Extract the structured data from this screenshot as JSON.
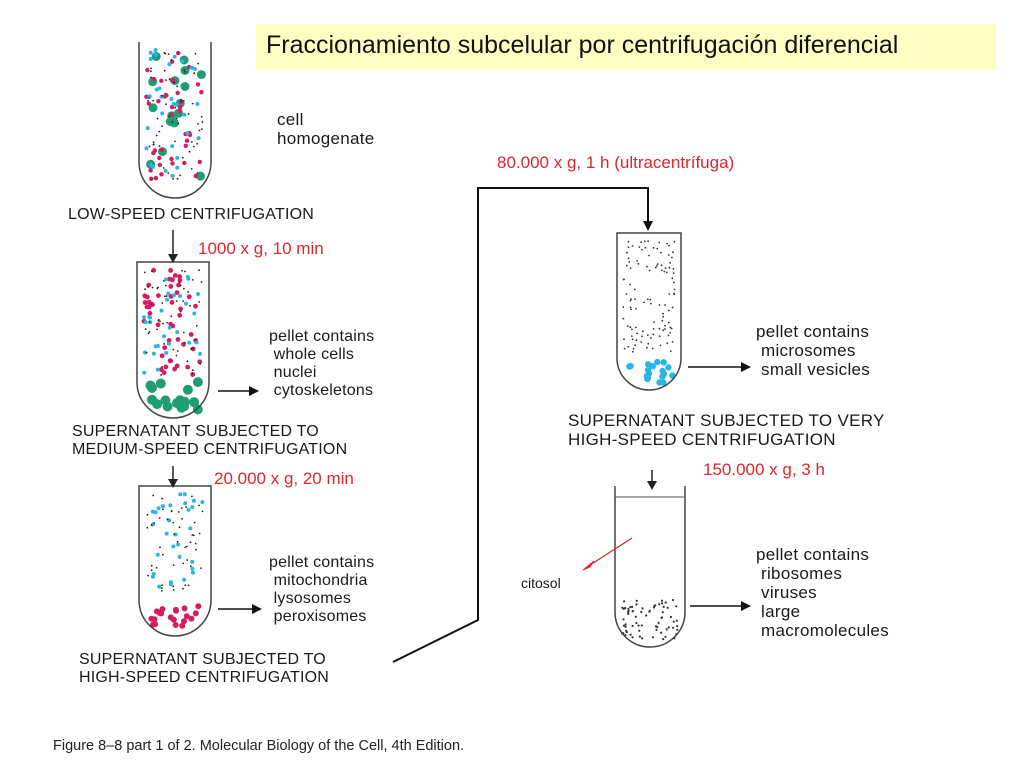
{
  "title": "Fraccionamiento subcelular por centrifugación diferencial",
  "tube1": {
    "label": "cell\nhomogenate"
  },
  "step1": {
    "heading": "LOW-SPEED CENTRIFUGATION",
    "condition": "1000 x g, 10 min"
  },
  "tube2": {
    "pellet": "pellet contains\n whole cells\n nuclei\n cytoskeletons"
  },
  "step2": {
    "heading": "SUPERNATANT SUBJECTED TO\nMEDIUM-SPEED CENTRIFUGATION",
    "condition": "20.000 x g, 20 min"
  },
  "tube3": {
    "pellet": "pellet contains\n mitochondria\n lysosomes\n peroxisomes"
  },
  "step3": {
    "heading": "SUPERNATANT SUBJECTED TO\nHIGH-SPEED CENTRIFUGATION",
    "condition": "80.000 x g, 1 h (ultracentrífuga)"
  },
  "tube4": {
    "pellet": "pellet contains\n microsomes\n small vesicles"
  },
  "step4": {
    "heading": "SUPERNATANT SUBJECTED TO VERY\nHIGH-SPEED CENTRIFUGATION",
    "condition": "150.000 x g, 3 h"
  },
  "tube5": {
    "pellet": "pellet contains\n ribosomes\n viruses\n large\n macromolecules",
    "citosol": "citosol"
  },
  "caption": "Figure 8–8 part 1 of 2. Molecular Biology of the Cell, 4th Edition.",
  "colors": {
    "green": "#1f9e72",
    "magenta": "#d81b60",
    "cyan": "#29b6e6",
    "red": "#e0262b",
    "title_bg": "#ffffc4"
  }
}
